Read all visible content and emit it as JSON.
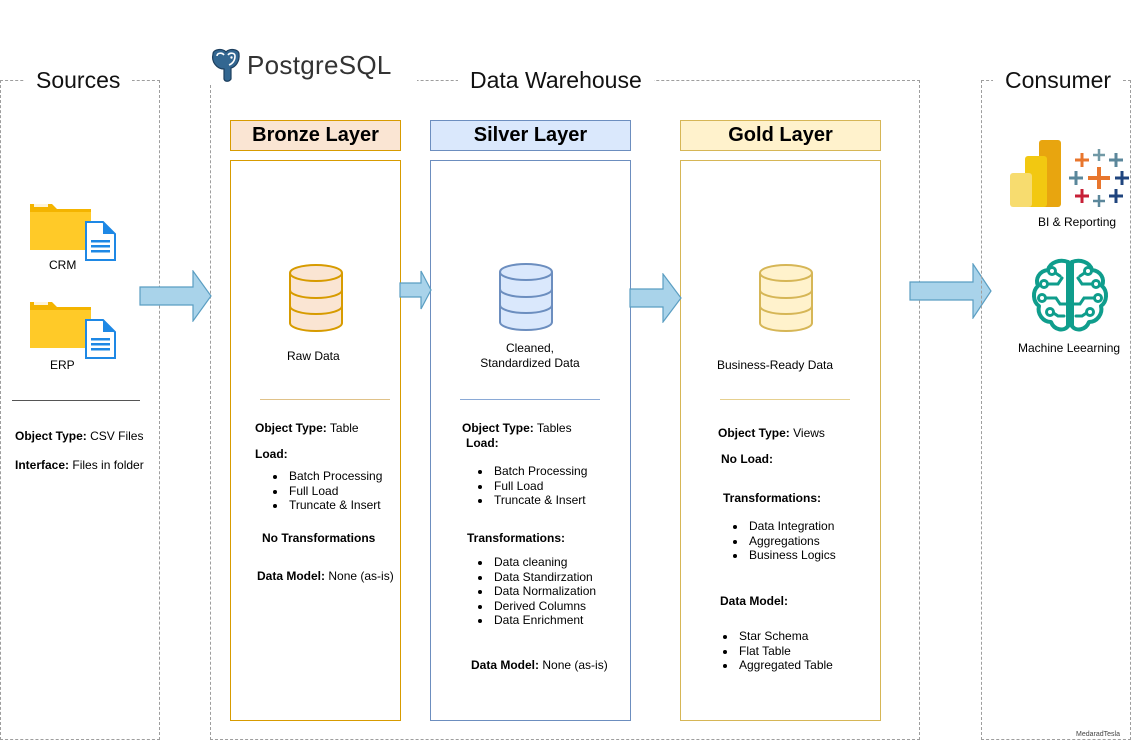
{
  "sources": {
    "title": "Sources",
    "files": [
      {
        "label": "CRM"
      },
      {
        "label": "ERP"
      }
    ],
    "object_type_key": "Object  Type:",
    "object_type_value": " CSV Files",
    "interface_key": "Interface:",
    "interface_value": " Files in folder"
  },
  "warehouse": {
    "logo_text": "PostgreSQL",
    "title": "Data Warehouse"
  },
  "bronze": {
    "header": "Bronze Layer",
    "caption": "Raw Data",
    "object_type_key": "Object  Type:",
    "object_type_value": " Table",
    "load_key": "Load:",
    "load_items": [
      "Batch Processing",
      "Full Load",
      "Truncate & Insert"
    ],
    "transform_text": "No Transformations",
    "data_model_key": "Data Model:",
    "data_model_value": " None (as-is)"
  },
  "silver": {
    "header": "Silver Layer",
    "caption_line1": "Cleaned,",
    "caption_line2": "Standardized Data",
    "object_type_key": "Object  Type:",
    "object_type_value": " Tables",
    "load_key": "Load:",
    "load_items": [
      "Batch Processing",
      "Full Load",
      "Truncate & Insert"
    ],
    "transform_key": "Transformations:",
    "transform_items": [
      "Data cleaning",
      "Data Standirzation",
      "Data Normalization",
      "Derived Columns",
      "Data Enrichment"
    ],
    "data_model_key": "Data Model:",
    "data_model_value": " None (as-is)"
  },
  "gold": {
    "header": "Gold Layer",
    "caption": "Business-Ready Data",
    "object_type_key": "Object  Type:",
    "object_type_value": " Views",
    "load_text": "No Load:",
    "transform_key": "Transformations:",
    "transform_items": [
      "Data Integration",
      "Aggregations",
      "Business Logics"
    ],
    "data_model_key": "Data Model:",
    "data_model_items": [
      "Star Schema",
      "Flat Table",
      "Aggregated Table"
    ]
  },
  "consumer": {
    "title": "Consumer",
    "bi_label": "BI & Reporting",
    "ml_label": "Machine Leearning"
  },
  "credit": "MedaradTesla",
  "colors": {
    "bronze_fill": "#fae5d3",
    "bronze_border": "#d79b00",
    "silver_fill": "#dae8fc",
    "silver_border": "#6c8ebf",
    "gold_fill": "#fff2cc",
    "gold_border": "#d6b656",
    "arrow_fill": "#a9d3ea",
    "arrow_stroke": "#5a9ec2",
    "folder": "#ffc107",
    "doc": "#1e88e5",
    "ml_green": "#0f9d8c"
  }
}
